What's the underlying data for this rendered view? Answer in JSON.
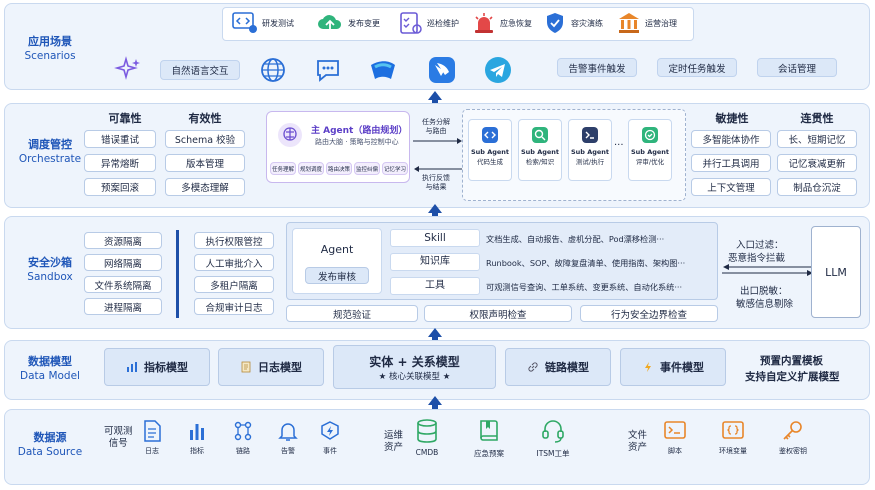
{
  "scenarios": {
    "title": "应用场景",
    "title_en": "Scenarios",
    "top_items": [
      "研发测试",
      "发布变更",
      "巡检维护",
      "应急恢复",
      "容灾演练",
      "运营治理"
    ],
    "nl_label": "自然语言交互",
    "triggers": [
      "告警事件触发",
      "定时任务触发",
      "会话管理"
    ]
  },
  "orchestrate": {
    "title": "调度管控",
    "title_en": "Orchestrate",
    "reliability_header": "可靠性",
    "reliability": [
      "错误重试",
      "异常熔断",
      "预案回滚"
    ],
    "effectiveness_header": "有效性",
    "effectiveness": [
      "Schema 校验",
      "版本管理",
      "多模态理解"
    ],
    "main_agent": {
      "title": "主 Agent（路由规划）",
      "subtitle": "路由大脑 · 策略与控制中心",
      "tags": [
        "任务理解",
        "规划调度",
        "路由决策",
        "监控纠偏",
        "记忆学习"
      ]
    },
    "arrow_right_label": "任务分解\n与路由",
    "arrow_left_label": "执行反馈\n与结果",
    "sub_agents": [
      {
        "name": "Sub Agent",
        "role": "代码生成"
      },
      {
        "name": "Sub Agent",
        "role": "检索/知识"
      },
      {
        "name": "Sub Agent",
        "role": "测试/执行"
      },
      {
        "name": "Sub Agent",
        "role": "评审/优化"
      }
    ],
    "ellipsis": "···",
    "agility_header": "敏捷性",
    "agility": [
      "多智能体协作",
      "并行工具调用",
      "上下文管理"
    ],
    "coherence_header": "连贯性",
    "coherence": [
      "长、短期记忆",
      "记忆衰减更新",
      "制品仓沉淀"
    ]
  },
  "sandbox": {
    "title": "安全沙箱",
    "title_en": "Sandbox",
    "isolation": [
      "资源隔离",
      "网络隔离",
      "文件系统隔离",
      "进程隔离"
    ],
    "controls": [
      "执行权限管控",
      "人工审批介入",
      "多租户隔离",
      "合规审计日志"
    ],
    "agent_label": "Agent",
    "publish_label": "发布审核",
    "rows": [
      {
        "name": "Skill",
        "desc": "文档生成、自动报告、虚机分配、Pod漂移检测···"
      },
      {
        "name": "知识库",
        "desc": "Runbook、SOP、故障复盘清单、使用指南、架构图···"
      },
      {
        "name": "工具",
        "desc": "可观测信号查询、工单系统、变更系统、自动化系统···"
      }
    ],
    "checks": [
      "规范验证",
      "权限声明检查",
      "行为安全边界检查"
    ],
    "input_filter": "入口过滤：",
    "input_filter2": "恶意指令拦截",
    "output_mask": "出口脱敏：",
    "output_mask2": "敏感信息剔除",
    "llm": "LLM"
  },
  "datamodel": {
    "title": "数据模型",
    "title_en": "Data Model",
    "items": [
      "指标模型",
      "日志模型",
      "链路模型",
      "事件模型"
    ],
    "center": "实体 + 关系模型",
    "center_sub": "★ 核心关联模型 ★",
    "right_line1": "预置内置模板",
    "right_line2": "支持自定义扩展模型"
  },
  "datasource": {
    "title": "数据源",
    "title_en": "Data Source",
    "obs_label1": "可观测",
    "obs_label2": "信号",
    "obs": [
      "日志",
      "指标",
      "链路",
      "告警",
      "事件"
    ],
    "ops_label1": "运维",
    "ops_label2": "资产",
    "ops": [
      "CMDB",
      "应急预案",
      "ITSM工单"
    ],
    "file_label1": "文件",
    "file_label2": "资产",
    "files": [
      "脚本",
      "环境变量",
      "鉴权密钥"
    ]
  },
  "colors": {
    "accent": "#1f56b8",
    "arrow": "#1d4fa8",
    "layer_bg": "#eef4fc"
  }
}
